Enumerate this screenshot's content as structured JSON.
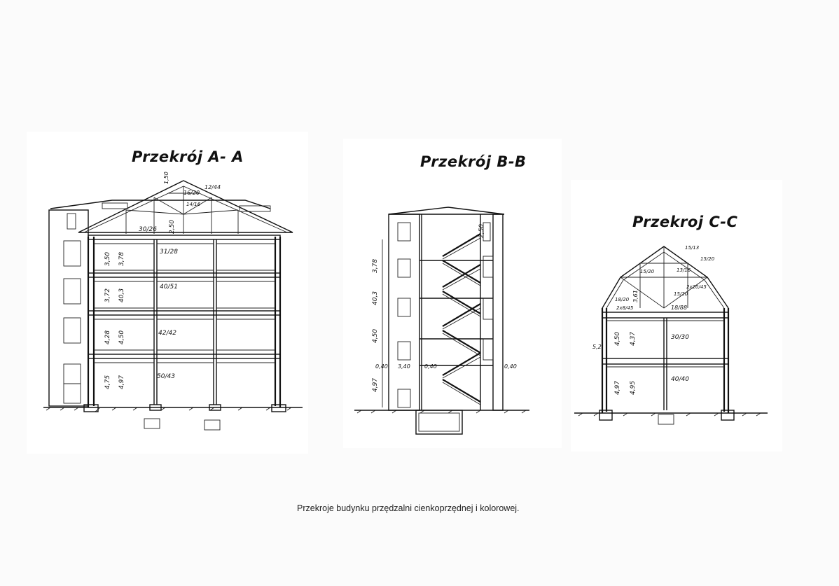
{
  "sections": {
    "a": {
      "title": "Przekrój A- A",
      "labels": {
        "roof_top": "1,50",
        "rafter": "12/44",
        "ridge_beam": "16/20",
        "collar": "14/16",
        "attic_beam": "30/26",
        "attic_height": "2,50",
        "beam_1": "31/28",
        "beam_2": "40/51",
        "beam_3": "42/42",
        "beam_4": "50/43",
        "floor_h1": "3,50",
        "floor_h1b": "3,78",
        "floor_h2": "3,72",
        "floor_h2b": "40,3",
        "floor_h3": "4,28",
        "floor_h3b": "4,50",
        "floor_h4": "4,75",
        "floor_h4b": "4,97"
      }
    },
    "b": {
      "title": "Przekrój B-B",
      "labels": {
        "top": "2,50",
        "h1": "3,78",
        "h2": "40,3",
        "h3": "4,50",
        "h4": "4,97",
        "w1": "0,40",
        "w2": "3,40",
        "w3": "0,40",
        "w4": "0,40"
      }
    },
    "c": {
      "title": "Przekroj C-C",
      "labels": {
        "r1": "15/13",
        "r2": "15/20",
        "r3": "15/20",
        "r4": "13/16",
        "r5": "2x20/45",
        "r6": "15/20",
        "r7": "18/20",
        "r8": "2x8/45",
        "r9": "18/88",
        "roof_h": "3,61",
        "beam_1": "30/30",
        "beam_2": "40/40",
        "h1": "4,50",
        "h1b": "4,37",
        "h2": "4,97",
        "h2b": "4,95",
        "side": "5,2"
      }
    }
  },
  "caption": "Przekroje budynku przędzalni cienkoprzędnej i kolorowej."
}
